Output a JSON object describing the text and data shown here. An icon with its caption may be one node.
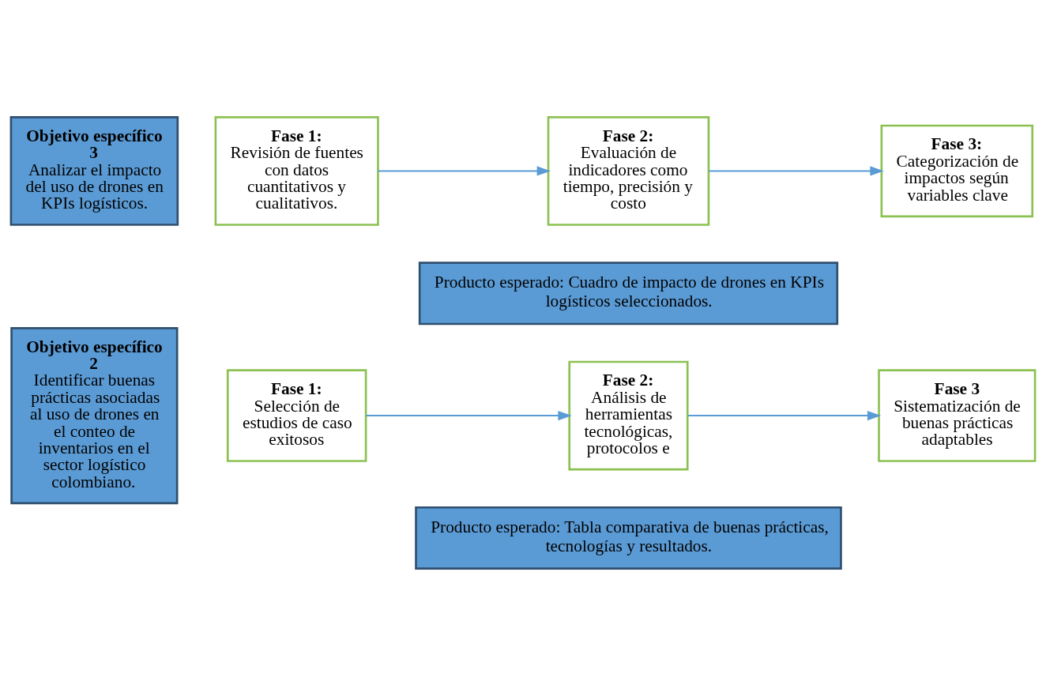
{
  "diagram": {
    "nodes": [
      {
        "text": [
          "Objetivo específico 2",
          "Identificar buenas prácticas asociadas al uso de drones en el conteo de inventarios en el sector logístico colombiano."
        ]
      },
      {
        "text": [
          "Fase 1:",
          "Selección de estudios de caso exitosos"
        ]
      },
      {
        "text": [
          "Fase 2:",
          "Análisis de herramientas tecnológicas, protocolos e"
        ]
      },
      {
        "text": [
          "Fase 3",
          "Sistematización de buenas prácticas adaptables"
        ]
      },
      {
        "text": [
          "Producto esperado: Tabla comparativa de buenas prácticas, tecnologías y resultados."
        ]
      },
      {
        "text": [
          "Objetivo específico 3",
          "Analizar el impacto del uso de drones en KPIs logísticos."
        ]
      },
      {
        "text": [
          "Fase 1:",
          "Revisión de fuentes con datos cuantitativos y cualitativos."
        ]
      },
      {
        "text": [
          "Fase 2:",
          "Evaluación de indicadores como tiempo, precisión y costo"
        ]
      },
      {
        "text": [
          "Fase 3:",
          "Categorización de impactos según variables clave"
        ]
      },
      {
        "text": [
          "Producto esperado: Cuadro de impacto de drones en KPIs logísticos seleccionados."
        ]
      }
    ],
    "edges": [
      {
        "from": 1,
        "to": 2,
        "arrow": "to"
      },
      {
        "from": 2,
        "to": 3,
        "arrow": "to"
      },
      {
        "from": 6,
        "to": 7,
        "arrow": "to"
      },
      {
        "from": 7,
        "to": 8,
        "arrow": "to"
      }
    ]
  }
}
